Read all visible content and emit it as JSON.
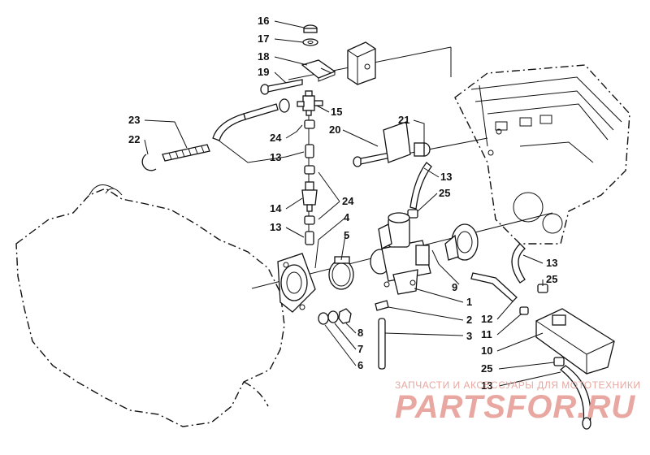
{
  "diagram": {
    "callouts": [
      {
        "id": "c16",
        "label": "16"
      },
      {
        "id": "c17",
        "label": "17"
      },
      {
        "id": "c18",
        "label": "18"
      },
      {
        "id": "c19",
        "label": "19"
      },
      {
        "id": "c15",
        "label": "15"
      },
      {
        "id": "c23",
        "label": "23"
      },
      {
        "id": "c22",
        "label": "22"
      },
      {
        "id": "c24a",
        "label": "24"
      },
      {
        "id": "c13a",
        "label": "13"
      },
      {
        "id": "c21",
        "label": "21"
      },
      {
        "id": "c20",
        "label": "20"
      },
      {
        "id": "c13b",
        "label": "13"
      },
      {
        "id": "c25a",
        "label": "25"
      },
      {
        "id": "c14",
        "label": "14"
      },
      {
        "id": "c24b",
        "label": "24"
      },
      {
        "id": "c13c",
        "label": "13"
      },
      {
        "id": "c4",
        "label": "4"
      },
      {
        "id": "c5",
        "label": "5"
      },
      {
        "id": "c9",
        "label": "9"
      },
      {
        "id": "c13d",
        "label": "13"
      },
      {
        "id": "c25b",
        "label": "25"
      },
      {
        "id": "c1",
        "label": "1"
      },
      {
        "id": "c2",
        "label": "2"
      },
      {
        "id": "c3",
        "label": "3"
      },
      {
        "id": "c8",
        "label": "8"
      },
      {
        "id": "c7",
        "label": "7"
      },
      {
        "id": "c6",
        "label": "6"
      },
      {
        "id": "c12",
        "label": "12"
      },
      {
        "id": "c11",
        "label": "11"
      },
      {
        "id": "c10",
        "label": "10"
      },
      {
        "id": "c25c",
        "label": "25"
      },
      {
        "id": "c13e",
        "label": "13"
      }
    ]
  },
  "watermark": {
    "subtitle": "ЗАПЧАСТИ И АКСЕССУАРЫ ДЛЯ МОТОТЕХНИКИ",
    "brand": "PARTSFOR.RU",
    "color": "#e8a7a0"
  }
}
